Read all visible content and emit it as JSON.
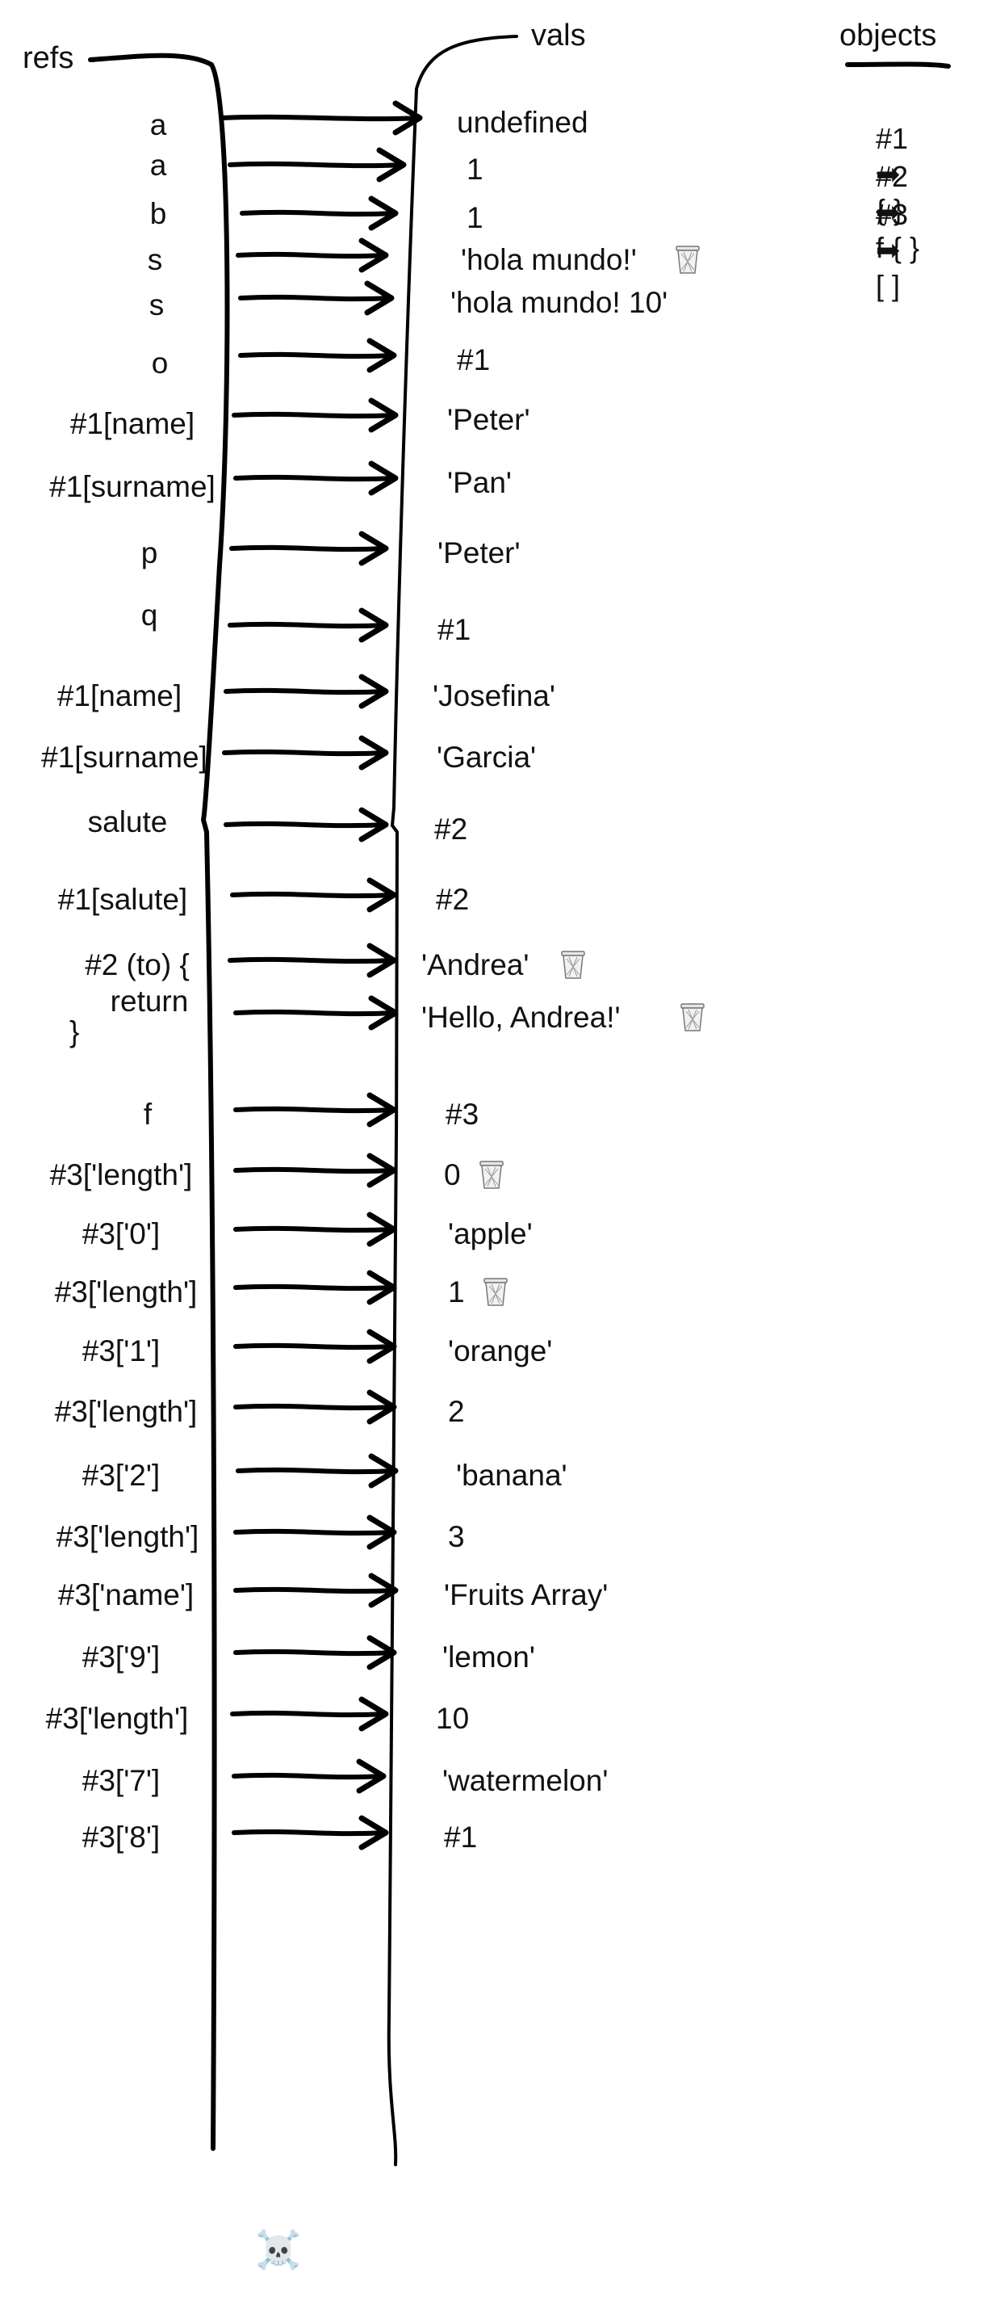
{
  "headers": {
    "refs": "refs",
    "vals": "vals",
    "objects": "objects"
  },
  "objects": [
    {
      "id": "#1",
      "arrow": "➡",
      "value": "{ }"
    },
    {
      "id": "#2",
      "arrow": "➡",
      "value": "f { }"
    },
    {
      "id": "#3",
      "arrow": "➡",
      "value": "[ ]"
    }
  ],
  "rows": [
    {
      "ref": "a",
      "val": "undefined",
      "trash": false
    },
    {
      "ref": "a",
      "val": "1",
      "trash": false
    },
    {
      "ref": "b",
      "val": "1",
      "trash": false
    },
    {
      "ref": "s",
      "val": "'hola mundo!'",
      "trash": true
    },
    {
      "ref": "s",
      "val": "'hola mundo! 10'",
      "trash": false
    },
    {
      "ref": "o",
      "val": "#1",
      "trash": false
    },
    {
      "ref": "#1[name]",
      "val": "'Peter'",
      "trash": false
    },
    {
      "ref": "#1[surname]",
      "val": "'Pan'",
      "trash": false
    },
    {
      "ref": "p",
      "val": "'Peter'",
      "trash": false
    },
    {
      "ref": "q",
      "val": "#1",
      "trash": false
    },
    {
      "ref": "#1[name]",
      "val": "'Josefina'",
      "trash": false
    },
    {
      "ref": "#1[surname]",
      "val": "'Garcia'",
      "trash": false
    },
    {
      "ref": "salute",
      "val": "#2",
      "trash": false
    },
    {
      "ref": "#1[salute]",
      "val": "#2",
      "trash": false
    },
    {
      "ref": "#2 (to) {",
      "val": "'Andrea'",
      "trash": true
    },
    {
      "ref": "return",
      "val": "'Hello, Andrea!'",
      "trash": true
    },
    {
      "ref": "f",
      "val": "#3",
      "trash": false
    },
    {
      "ref": "#3['length']",
      "val": "0",
      "trash": true
    },
    {
      "ref": "#3['0']",
      "val": "'apple'",
      "trash": false
    },
    {
      "ref": "#3['length']",
      "val": "1",
      "trash": true
    },
    {
      "ref": "#3['1']",
      "val": "'orange'",
      "trash": false
    },
    {
      "ref": "#3['length']",
      "val": "2",
      "trash": false
    },
    {
      "ref": "#3['2']",
      "val": "'banana'",
      "trash": false
    },
    {
      "ref": "#3['length']",
      "val": "3",
      "trash": false
    },
    {
      "ref": "#3['name']",
      "val": "'Fruits Array'",
      "trash": false
    },
    {
      "ref": "#3['9']",
      "val": "'lemon'",
      "trash": false
    },
    {
      "ref": "#3['length']",
      "val": "10",
      "trash": false
    },
    {
      "ref": "#3['7']",
      "val": "'watermelon'",
      "trash": false
    },
    {
      "ref": "#3['8']",
      "val": "#1",
      "trash": false
    }
  ],
  "closing_brace": "}",
  "skull_icon": "☠️"
}
